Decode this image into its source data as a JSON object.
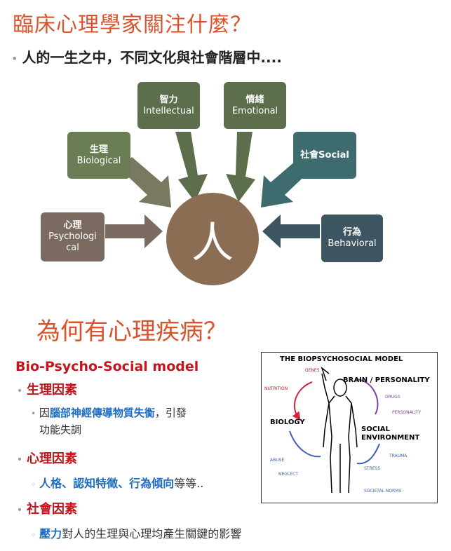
{
  "slide1": {
    "title": "臨床心理學家關注什麼？",
    "subtitle": "人的一生之中，不同文化與社會階層中....",
    "center_label": "人",
    "boxes": {
      "intellectual": {
        "zh": "智力",
        "en": "Intellectual"
      },
      "emotional": {
        "zh": "情緒",
        "en": "Emotional"
      },
      "biological": {
        "zh": "生理",
        "en": "Biological"
      },
      "social": {
        "text": "社會Social"
      },
      "psychological": {
        "zh": "心理",
        "en": "Psychologi cal"
      },
      "behavioral": {
        "zh": "行為",
        "en": "Behavioral"
      }
    }
  },
  "slide2": {
    "title": "為何有心理疾病？",
    "model_title": "Bio-Psycho-Social model",
    "bio": {
      "heading": "生理因素",
      "detail_pre": "因",
      "detail_highlight": "腦部神經傳導物質失衡",
      "detail_post": "，引發",
      "detail_line2": "功能失調"
    },
    "psycho": {
      "heading": "心理因素",
      "detail_highlight": "人格、認知特徵、行為傾向",
      "detail_post": "等等.."
    },
    "social": {
      "heading": "社會因素",
      "detail_highlight": "壓力",
      "detail_post": "對人的生理與心理均產生關鍵的影響"
    },
    "diagram": {
      "title": "THE BIOPSYCHOSOCIAL MODEL",
      "brain": "BRAIN / PERSONALITY",
      "biology": "BIOLOGY",
      "social_env_1": "SOCIAL",
      "social_env_2": "ENVIRONMENT",
      "small_labels": {
        "genes": "GENES",
        "nutrition": "NUTRITION",
        "drugs": "DRUGS",
        "personality": "PERSONALITY",
        "trauma": "TRAUMA",
        "abuse": "ABUSE",
        "stress": "STRESS",
        "neglect": "NEGLECT",
        "societal": "SOCIETAL NORMS"
      }
    }
  },
  "colors": {
    "title_orange": "#d9532c",
    "heading_red": "#c0161c",
    "highlight_blue": "#1f6dc2",
    "box_green_dark": "#5c6e4b",
    "box_green_mid": "#6a7d55",
    "box_olive": "#7a7861",
    "box_teal": "#3e6c6e",
    "box_slate": "#3d5560",
    "box_brown": "#7b6a60",
    "center_brown": "#8a6d52"
  }
}
